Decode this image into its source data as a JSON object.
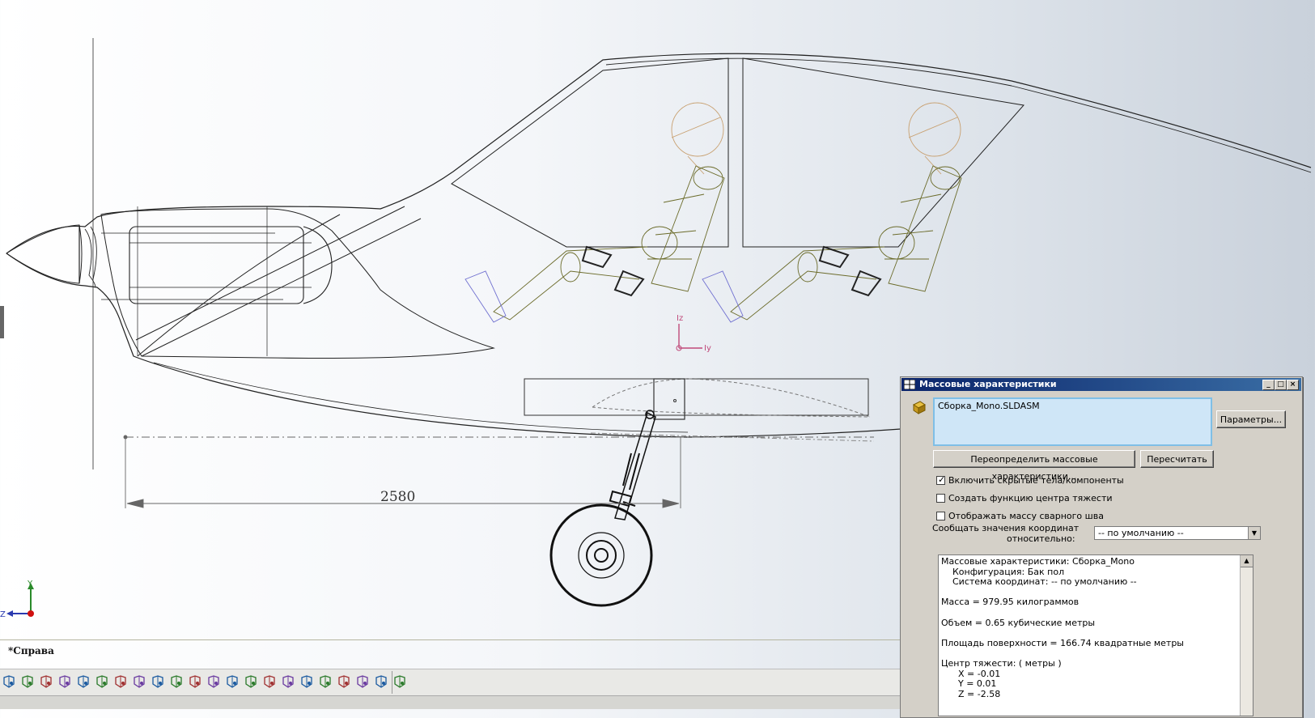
{
  "viewport": {
    "dimension_value": "2580",
    "axes": {
      "y": "Y",
      "z": "Z"
    },
    "local_axes": {
      "z": "Iz",
      "y": "Iy"
    },
    "view_name": "*Справа"
  },
  "toolbar": {
    "icons": [
      "view-orientation-icon",
      "zoom-fit-icon",
      "zoom-area-icon",
      "previous-view-icon",
      "section-view-icon",
      "dynamic-annotation-icon",
      "rotate-icon",
      "pan-icon",
      "display-style-icon",
      "hide-show-icon",
      "edit-appearance-icon",
      "apply-scene-icon",
      "shadows-icon",
      "perspective-icon",
      "cartoon-icon",
      "ambient-occlusion-icon",
      "curvature-icon",
      "draft-analysis-icon",
      "zebra-stripes-icon",
      "render-tools-icon",
      "measure-icon",
      "mass-properties-icon"
    ]
  },
  "dialog": {
    "title": "Массовые характеристики",
    "selection": "Сборка_Mono.SLDASM",
    "params_button": "Параметры...",
    "override_button": "Переопределить массовые характеристики...",
    "recalc_button": "Пересчитать",
    "options": [
      {
        "label": "Включить скрытые тела/компоненты",
        "checked": true
      },
      {
        "label": "Создать функцию центра тяжести",
        "checked": false
      },
      {
        "label": "Отображать массу сварного шва",
        "checked": false
      }
    ],
    "coord_label_1": "Сообщать значения координат",
    "coord_label_2": "относительно:",
    "coord_value": "-- по умолчанию --",
    "results": [
      "Массовые характеристики: Сборка_Mono",
      "    Конфигурация: Бак пол",
      "    Система координат: -- по умолчанию --",
      "",
      "Масса = 979.95 килограммов",
      "",
      "Объем = 0.65 кубические метры",
      "",
      "Площадь поверхности = 166.74 квадратные метры",
      "",
      "Центр тяжести: ( метры )",
      "      X = -0.01",
      "      Y = 0.01",
      "      Z = -2.58"
    ]
  }
}
